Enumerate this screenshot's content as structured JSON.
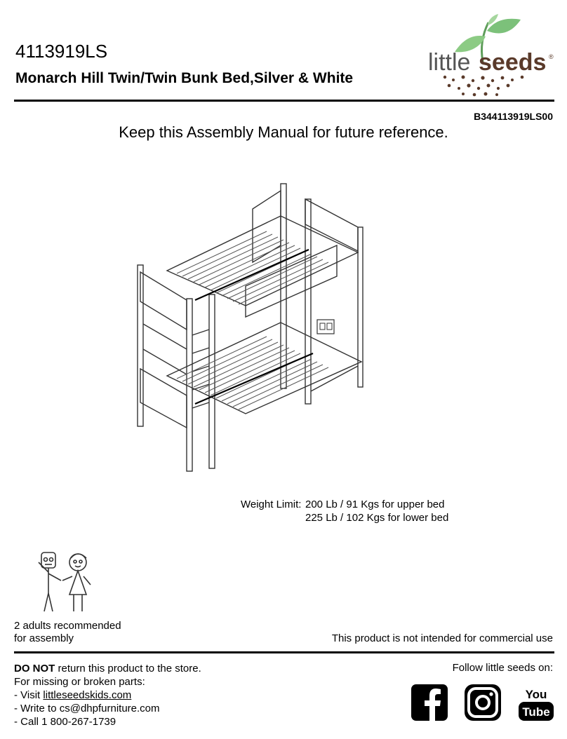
{
  "header": {
    "model": "4113919LS",
    "product_name": "Monarch Hill Twin/Twin Bunk Bed,Silver & White",
    "logo_text_light": "little",
    "logo_text_bold": "seeds",
    "logo_reg": "®",
    "manual_code": "B344113919LS00"
  },
  "notice": "Keep this Assembly Manual for future reference.",
  "weight": {
    "label": "Weight Limit:",
    "upper": "200 Lb / 91 Kgs  for upper bed",
    "lower": "225 Lb / 102 Kgs  for lower bed"
  },
  "assembly": {
    "line1": "2 adults recommended",
    "line2": "for assembly",
    "commercial": "This product is not intended for commercial use"
  },
  "support": {
    "do_not": "DO NOT",
    "return_rest": " return this product to the store.",
    "missing": "For missing or broken parts:",
    "visit_prefix": "- Visit ",
    "visit_link": "littleseedskids.com",
    "write": "- Write to cs@dhpfurniture.com",
    "call": "- Call 1 800-267-1739"
  },
  "social": {
    "follow": "Follow little seeds on:",
    "youtube_top": "You",
    "youtube_bottom": "Tube",
    "icons": [
      "facebook-icon",
      "instagram-icon",
      "youtube-icon"
    ]
  },
  "colors": {
    "logo_green": "#7cc17a",
    "logo_brown": "#5a3a2a",
    "text": "#000000"
  }
}
